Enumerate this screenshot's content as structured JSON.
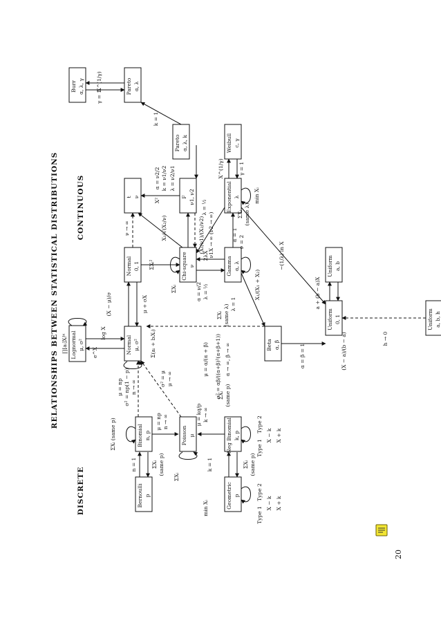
{
  "title": "RELATIONSHIPS BETWEEN STATISTICAL DISTRIBUTIONS",
  "sections": {
    "discrete": "DISCRETE",
    "continuous": "CONTINUOUS"
  },
  "page_number": "20",
  "note_icon_color": "#f2e533",
  "nodes": [
    {
      "id": "bernoulli",
      "name": "Bernoulli",
      "params": "p"
    },
    {
      "id": "binomial",
      "name": "Binomial",
      "params": "n, p"
    },
    {
      "id": "poisson",
      "name": "Poisson",
      "params": "μ"
    },
    {
      "id": "geometric",
      "name": "Geometric",
      "params": "p"
    },
    {
      "id": "negbinomial",
      "name": "Neg Binomial",
      "params": "k, p"
    },
    {
      "id": "lognormal",
      "name": "Lognormal",
      "params": "μ, σ²"
    },
    {
      "id": "normal",
      "name": "Normal",
      "params": "μ, σ²"
    },
    {
      "id": "stdnormal",
      "name": "Normal",
      "params": "0, 1"
    },
    {
      "id": "t",
      "name": "t",
      "params": "ν"
    },
    {
      "id": "chisquare",
      "name": "Chi-square",
      "params": "ν"
    },
    {
      "id": "f",
      "name": "F",
      "params": "ν1, ν2"
    },
    {
      "id": "gamma",
      "name": "Gamma",
      "params": "α, λ"
    },
    {
      "id": "exponential",
      "name": "Exponential",
      "params": "λ"
    },
    {
      "id": "weibull",
      "name": "Weibull",
      "params": "c, γ"
    },
    {
      "id": "pareto3",
      "name": "Pareto",
      "params": "α, λ, k"
    },
    {
      "id": "pareto2",
      "name": "Pareto",
      "params": "α, λ"
    },
    {
      "id": "burr",
      "name": "Burr",
      "params": "α, λ, γ"
    },
    {
      "id": "beta",
      "name": "Beta",
      "params": "α, β"
    },
    {
      "id": "uniform01",
      "name": "Uniform",
      "params": "0, 1"
    },
    {
      "id": "uniformab",
      "name": "Uniform",
      "params": "a, b"
    },
    {
      "id": "uniformabh",
      "name": "Uniform",
      "params": "a, b, h"
    }
  ],
  "edge_labels": {
    "bern_bin_top": "n = 1",
    "bern_bin_bottom": "ΣXᵢ",
    "bern_bin_bottom2": "(same p)",
    "bin_self": "ΣXᵢ (same p)",
    "bin_normal_1": "μ = np",
    "bin_normal_2": "σ² = np(1 − p)",
    "bin_normal_3": "n → ∞",
    "bin_poisson_1": "μ = np",
    "bin_poisson_2": "n → ∞",
    "poisson_self": "ΣXᵢ",
    "poisson_normal_1": "σ² = μ",
    "poisson_normal_2": "μ → ∞",
    "negbin_poisson_1": "μ = kq/p",
    "negbin_poisson_2": "k → ∞",
    "negbin_self": "ΣXᵢ",
    "negbin_self2": "(same p)",
    "geo_negbin_top": "k = 1",
    "geo_negbin_bottom": "ΣXᵢ",
    "geo_negbin_bottom2": "(same p)",
    "geo_self": "min Xᵢ",
    "type1": "Type 1",
    "type2": "Type 2",
    "x_minus_k": "X − k",
    "x_plus_k": "X + k",
    "lognormal_self": "∏[aᵢ]Xᵢᵇⁱ",
    "lognormal_normal_1": "e^X",
    "lognormal_normal_2": "log X",
    "normal_self": "Σ(aᵢ + bᵢXᵢ)",
    "normal_std_1": "(X − μ)/σ",
    "normal_std_2": "μ + σX",
    "std_chi": "ΣXᵢ²",
    "std_t": "ν → ∞",
    "chi_self": "ΣXᵢ",
    "chi_t": "X₁/√(X₂/ν)",
    "chi_f": "(X₁/ν1)/(X₂/ν2)",
    "f_t": "X²",
    "f_chi": "ν1X → ∞ (ν2 → ∞)",
    "chi_gamma_1": "ν = 2",
    "chi_gamma_2": "2λX",
    "gamma_chi_1": "α = ν/2",
    "gamma_chi_2": "λ = ½",
    "gamma_self": "ΣXᵢ",
    "gamma_self2": "(same λ)",
    "gamma_exp": "α = 1",
    "exp_chi": "λ = ½",
    "exp_self": "ΣXᵢ",
    "exp_self2": "(same λ)",
    "exp_selfmin": "min Xᵢ",
    "exp_weibull": "X^(1/γ)",
    "weibull_exp": "γ = 1",
    "f_pareto_1": "α = ν2/2",
    "f_pareto_2": "k = ν1/ν2",
    "f_pareto_3": "λ = ν2/ν1",
    "pareto_pareto": "k = 1",
    "pareto_burr": "X^(1/γ)",
    "burr_pareto": "γ = 1",
    "gamma_beta": "X₁/(X₁ + X₂)",
    "gamma_beta_2": "λ = 1",
    "beta_normal_1": "μ = α/(α + β)",
    "beta_normal_2": "σ² = αβ/((α+β)²(α+β+1))",
    "beta_normal_3": "α → ∞, β → ∞",
    "beta_uniform": "α = β = 1",
    "exp_uniform": "−(1/λ) ln X",
    "uniform_ab": "a + (b − a)X",
    "uniform_ab2": "(X − a)/(b − a)",
    "uniform_h": "h → 0"
  }
}
